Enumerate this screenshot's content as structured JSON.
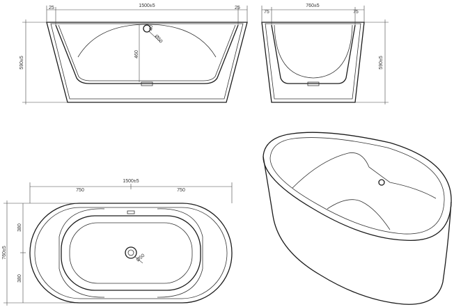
{
  "front_view": {
    "length": "1500±5",
    "rim_left": "25",
    "rim_right": "25",
    "height": "590±5",
    "inner_depth": "460",
    "drain_offset": "40",
    "drain": "Ø50"
  },
  "side_view": {
    "width": "760±5",
    "rim_left": "75",
    "rim_right": "75",
    "height": "590±5"
  },
  "top_view": {
    "length": "1500±5",
    "half_left": "750",
    "half_right": "750",
    "width": "760±5",
    "half_top": "380",
    "half_bottom": "380",
    "drain": "Ø50"
  }
}
